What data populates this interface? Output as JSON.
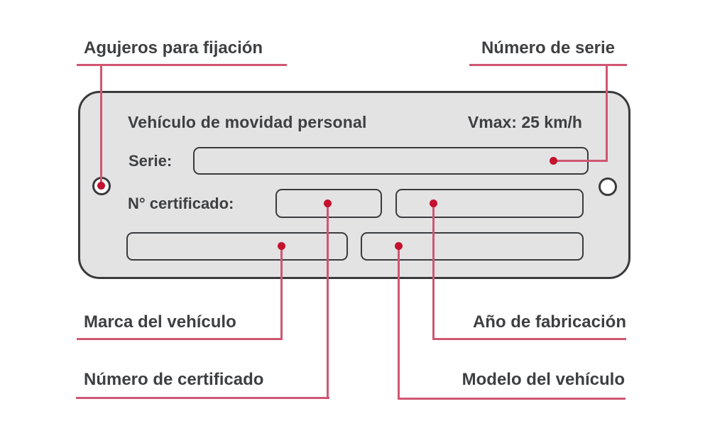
{
  "palette": {
    "bg": "#ffffff",
    "plate_fill": "#e3e3e4",
    "stroke": "#3a3b3d",
    "text": "#3e3f41",
    "line": "#d05672",
    "dot": "#c4122f"
  },
  "plate": {
    "title": "Vehículo de movidad personal",
    "vmax": "Vmax: 25 km/h",
    "serie_label": "Serie:",
    "certificado_label": "N° certificado:"
  },
  "annotations": {
    "holes": {
      "label": "Agujeros para fijación"
    },
    "serial": {
      "label": "Número de serie"
    },
    "brand": {
      "label": "Marca del vehículo"
    },
    "year": {
      "label": "Año de fabricación"
    },
    "cert_number": {
      "label": "Número de certificado"
    },
    "model": {
      "label": "Modelo del vehículo"
    }
  }
}
